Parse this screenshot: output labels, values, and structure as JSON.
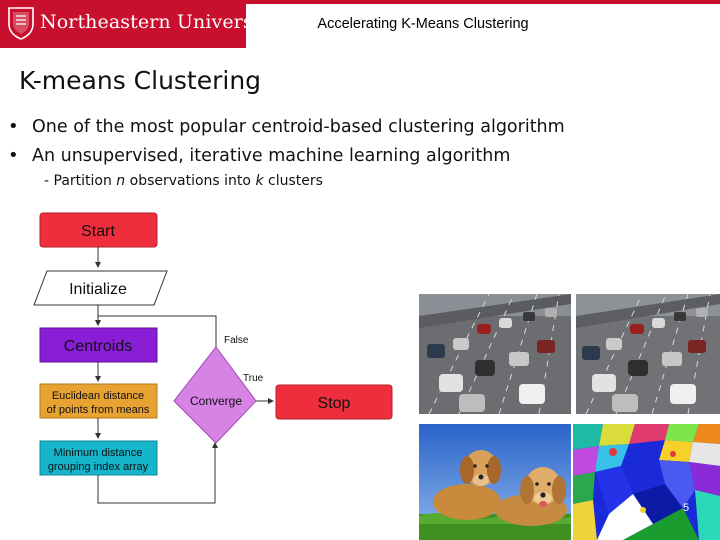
{
  "header": {
    "university": "Northeastern University",
    "deck_title": "Accelerating K-Means Clustering",
    "brand_color": "#c8102e"
  },
  "slide": {
    "title": "K-means Clustering",
    "bullets": [
      "One of the most popular centroid-based clustering algorithm",
      "An unsupervised, iterative machine learning algorithm"
    ],
    "sub_bullet": {
      "prefix": "- Partition ",
      "n": "n",
      "middle": " observations into ",
      "k": "k",
      "suffix": " clusters"
    },
    "page_number": "5"
  },
  "flowchart": {
    "start": "Start",
    "initialize": "Initialize",
    "centroids": "Centroids",
    "euclidean_line1": "Euclidean distance",
    "euclidean_line2": "of points from means",
    "min_dist_line1": "Minimum distance",
    "min_dist_line2": "grouping index array",
    "converge": "Converge",
    "stop": "Stop",
    "false_label": "False",
    "true_label": "True",
    "colors": {
      "start": "#ee2e3c",
      "centroids": "#8a1dd6",
      "euclidean": "#e7a232",
      "min_distance": "#16b5cc",
      "converge": "#d783e6",
      "stop": "#ee2e3c"
    }
  },
  "images": {
    "traffic_1": "highway-traffic-photo",
    "traffic_2": "highway-traffic-photo-clustered",
    "dogs": "two-golden-retrievers-photo",
    "segmented": "segmented-dogs-image"
  }
}
